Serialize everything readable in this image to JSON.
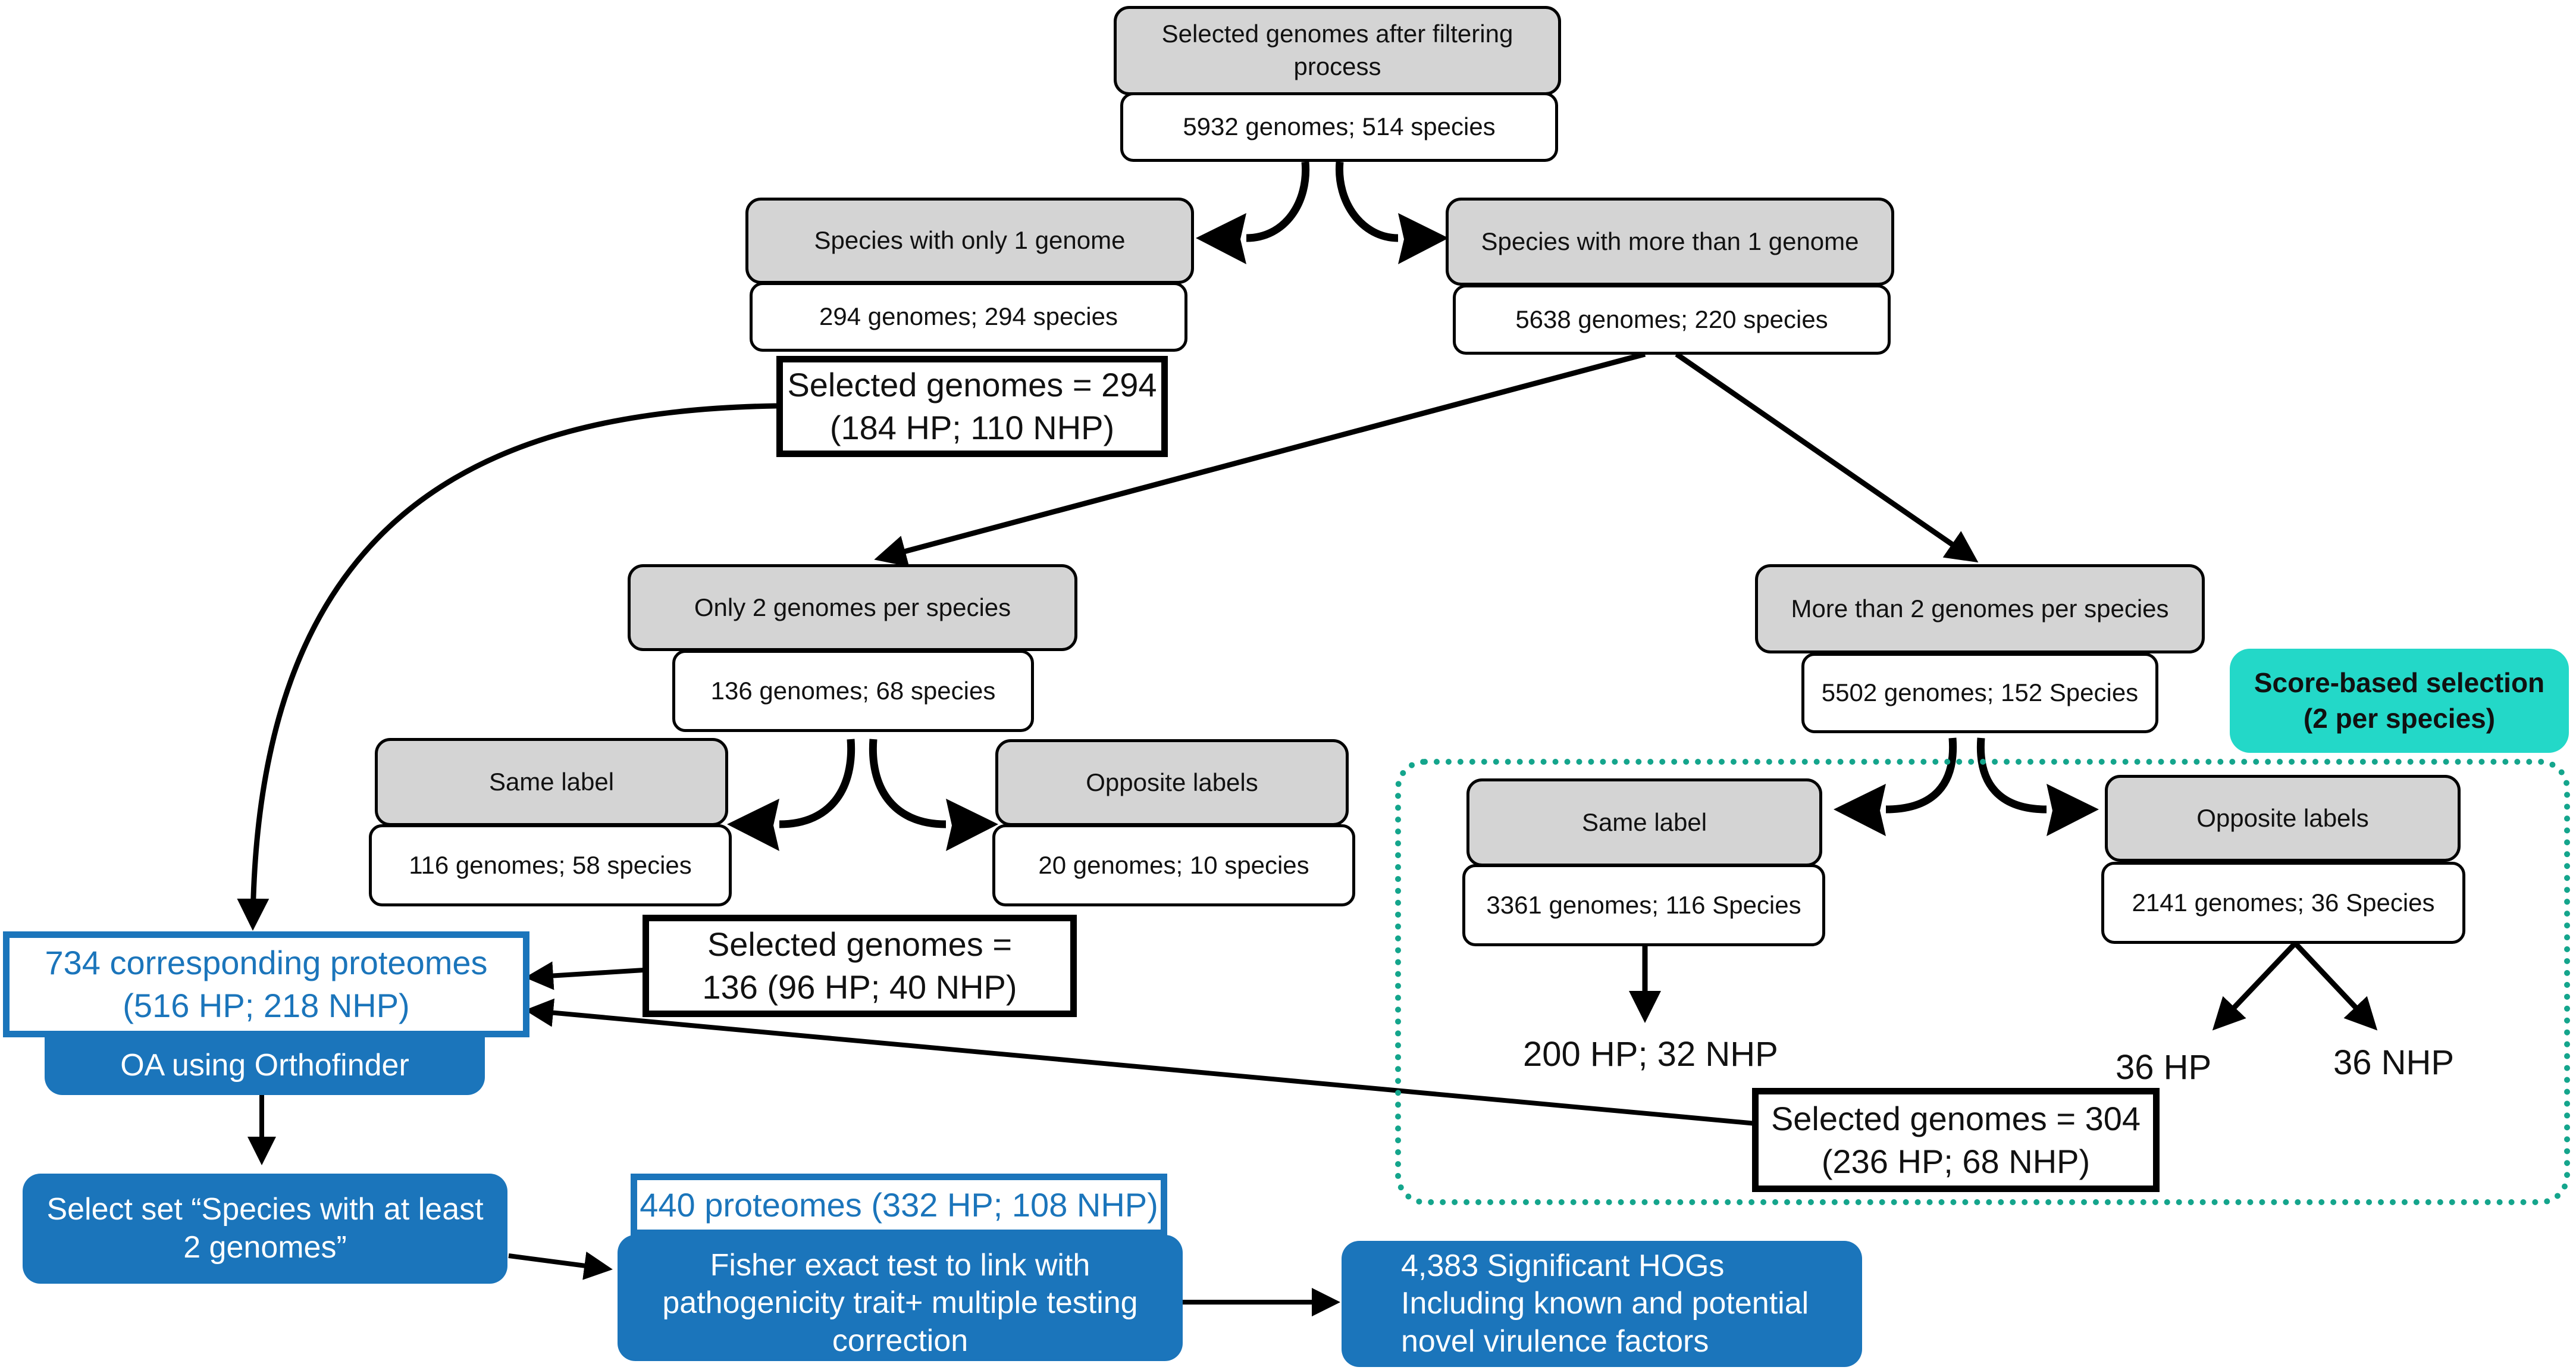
{
  "top": {
    "header": "Selected genomes after filtering process",
    "count": "5932 genomes; 514 species"
  },
  "single": {
    "header": "Species with only 1 genome",
    "count": "294 genomes; 294 species",
    "selected_line1": "Selected genomes = 294",
    "selected_line2": "(184 HP; 110 NHP)"
  },
  "multi": {
    "header": "Species with more than 1 genome",
    "count": "5638 genomes; 220 species"
  },
  "two_per": {
    "header": "Only 2 genomes per species",
    "count": "136 genomes; 68 species",
    "same_header": "Same label",
    "same_count": "116 genomes; 58 species",
    "opp_header": "Opposite labels",
    "opp_count": "20 genomes; 10 species",
    "selected_line1": "Selected genomes =",
    "selected_line2": "136 (96 HP; 40 NHP)"
  },
  "more_two": {
    "header": "More than 2 genomes per species",
    "count": "5502 genomes; 152 Species",
    "same_header": "Same label",
    "same_count": "3361 genomes; 116 Species",
    "same_result": "200 HP; 32 NHP",
    "opp_header": "Opposite labels",
    "opp_count": "2141 genomes; 36 Species",
    "opp_hp": "36 HP",
    "opp_nhp": "36 NHP",
    "selected_line1": "Selected genomes = 304",
    "selected_line2": "(236 HP; 68 NHP)"
  },
  "score_based": {
    "line1": "Score-based selection",
    "line2": "(2 per species)"
  },
  "pipeline": {
    "proteomes_line1": "734 corresponding proteomes",
    "proteomes_line2": "(516 HP; 218 NHP)",
    "oa": "OA using Orthofinder",
    "select_set_line1": "Select set “Species with at least",
    "select_set_line2": "2 genomes”",
    "subset_proteomes": "440 proteomes (332 HP; 108 NHP)",
    "fisher_line1": "Fisher exact test to link with",
    "fisher_line2": "pathogenicity trait+ multiple testing",
    "fisher_line3": "correction",
    "result_line1": "4,383 Significant HOGs",
    "result_line2": "Including known and potential",
    "result_line3": "novel virulence factors"
  },
  "colors": {
    "header_fill": "#d4d4d4",
    "pipeline_blue": "#1b75bb",
    "score_teal": "#23d8c8",
    "dotted_border": "#14a58c"
  }
}
